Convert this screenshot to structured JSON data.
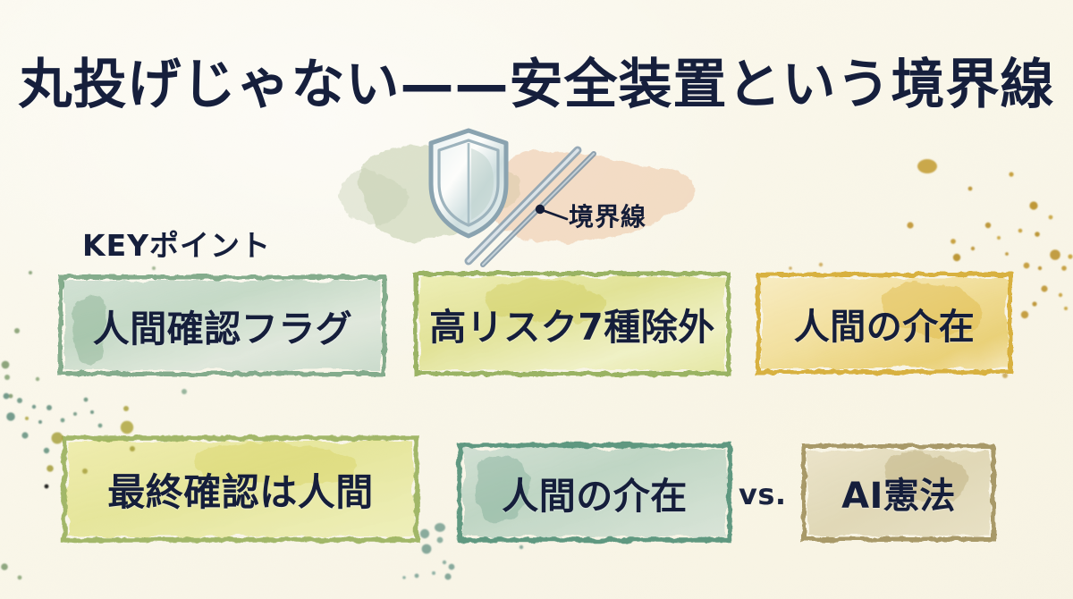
{
  "page": {
    "title": "丸投げじゃない——安全装置という境界線",
    "background_color": "#fbf9ef",
    "ink_color": "#161f3c"
  },
  "illustration": {
    "shield_icon": "shield-icon",
    "boundary_line_label": "境界線",
    "left_wash_color": "#cfd6bd",
    "right_wash_color": "#f0cdb0",
    "shield_stroke_color": "#7d97a6"
  },
  "section": {
    "heading": "KEYポイント"
  },
  "chips": {
    "row1": [
      {
        "label": "人間確認フラグ",
        "fill": "#cfddd0",
        "border": "#6f9f7c"
      },
      {
        "label": "高リスク7種除外",
        "fill": "#e8e9a8",
        "border": "#8aa84e"
      },
      {
        "label": "人間の介在",
        "fill": "#f4e3a8",
        "border": "#d4a829"
      }
    ],
    "row2": [
      {
        "label": "最終確認は人間",
        "fill": "#e9e9a3",
        "border": "#93ad52"
      },
      {
        "label": "人間の介在",
        "fill": "#cbdccd",
        "border": "#4f8f76"
      },
      {
        "label": "AI憲法",
        "fill": "#e4ddc0",
        "border": "#9b8a52"
      }
    ],
    "separator": "vs."
  },
  "splatter": {
    "olive": "#b7a63c",
    "teal": "#5f8f80",
    "gold": "#c9a22e"
  }
}
